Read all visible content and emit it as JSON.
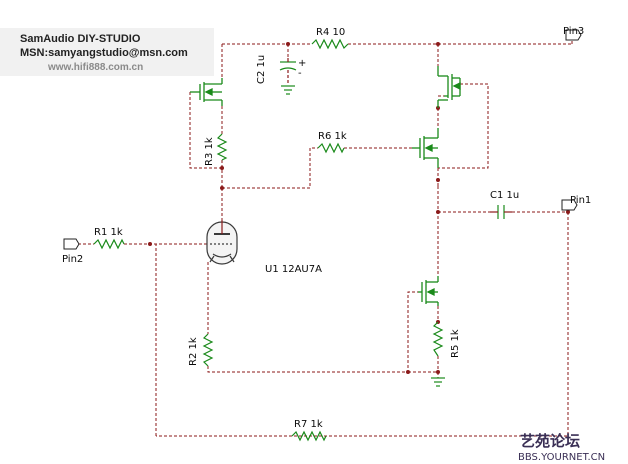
{
  "watermark": {
    "line1": "SamAudio DIY-STUDIO",
    "line2": "MSN:samyangstudio@msn.com",
    "line3": "www.hifi888.com.cn"
  },
  "footer_watermark": {
    "title": "艺苑论坛",
    "url": "BBS.YOURNET.CN"
  },
  "pins": {
    "pin1": "Pin1",
    "pin2": "Pin2",
    "pin3": "Pin3"
  },
  "components": {
    "r1": "R1 1k",
    "r2": "R2 1k",
    "r3": "R3 1k",
    "r4": "R4 10",
    "r5": "R5 1k",
    "r6": "R6 1k",
    "r7": "R7 1k",
    "c1": "C1 1u",
    "c2": "C2 1u",
    "c2_plus": "+",
    "c2_minus": "-",
    "tube": "U1 12AU7A"
  },
  "colors": {
    "wire": "#8b1a1a",
    "resistor": "#1a8a1a",
    "transistor": "#1a8a1a",
    "tube": "#3a3a3a",
    "node": "#8b1a1a",
    "watermark_bg": "#f0f0f0",
    "watermark_text": "#222222",
    "footer": "#3a2f55"
  }
}
